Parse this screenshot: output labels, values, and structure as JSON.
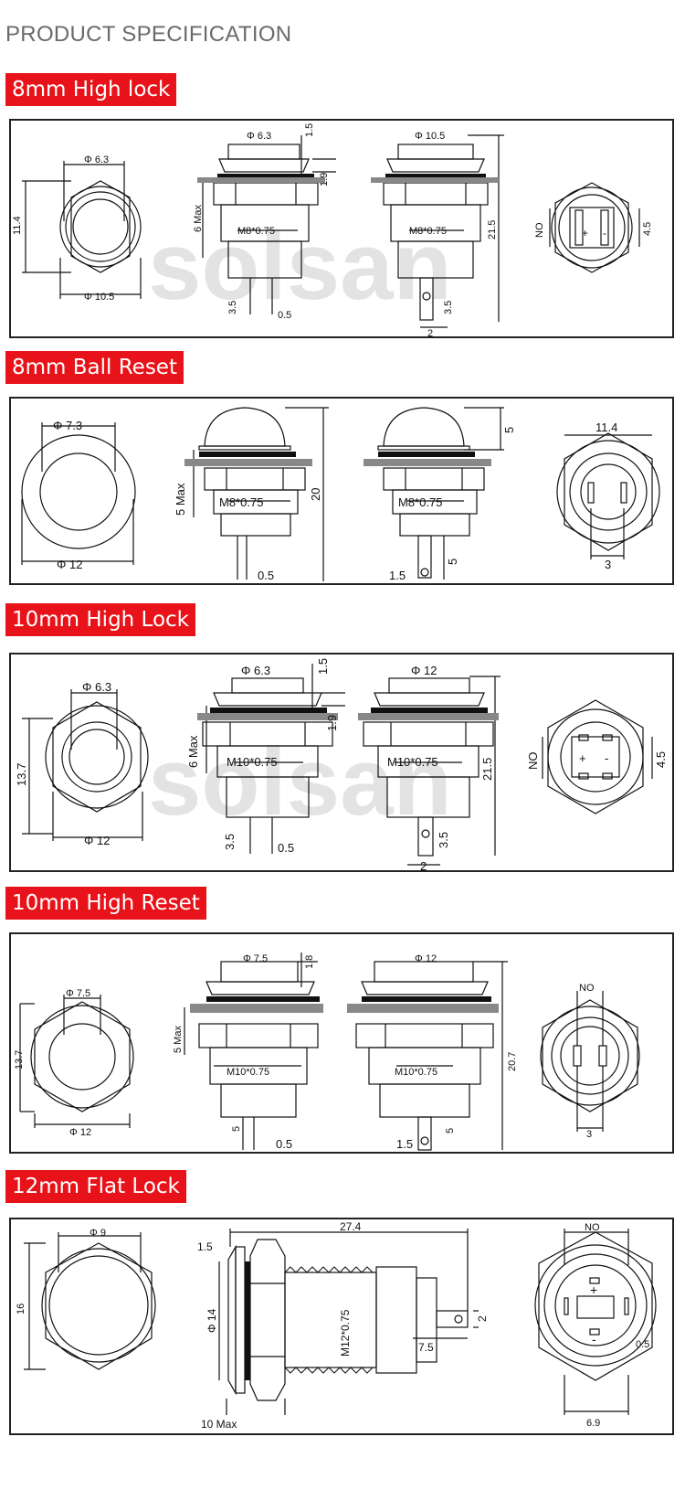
{
  "page_title": "PRODUCT SPECIFICATION",
  "watermark": "solsan",
  "colors": {
    "label_bg": "#e8131a",
    "label_text": "#ffffff",
    "line": "#111111",
    "gasket": "#111111"
  },
  "sections": [
    {
      "label": "8mm High lock",
      "front": {
        "phi_top": "Φ 6.3",
        "side": "11.4",
        "phi_bottom": "Φ 10.5"
      },
      "side1": {
        "phi": "Φ 6.3",
        "cap": "1.5",
        "gasket": "1.9",
        "max": "6 Max",
        "thread": "M8*0.75",
        "pin": "3.5",
        "pin_w": "0.5"
      },
      "side2": {
        "phi": "Φ 10.5",
        "thread": "M8*0.75",
        "height": "21.5",
        "pin": "3.5",
        "pin_gap": "2"
      },
      "back": {
        "no": "NO",
        "plus": "+",
        "minus": "-",
        "width": "4.5"
      }
    },
    {
      "label": "8mm Ball Reset",
      "front": {
        "phi_top": "Φ 7.3",
        "phi_bottom": "Φ 12"
      },
      "side1": {
        "max": "5 Max",
        "thread": "M8*0.75",
        "height": "20",
        "pin_w": "0.5"
      },
      "side2": {
        "cap": "5",
        "thread": "M8*0.75",
        "pin_gap": "1.5",
        "pin": "5"
      },
      "back": {
        "top": "11.4",
        "bottom": "3"
      }
    },
    {
      "label": "10mm High Lock",
      "front": {
        "phi_top": "Φ 6.3",
        "side": "13.7",
        "phi_bottom": "Φ 12"
      },
      "side1": {
        "phi": "Φ 6.3",
        "cap": "1.5",
        "gasket": "1.9",
        "max": "6 Max",
        "thread": "M10*0.75",
        "pin": "3.5",
        "pin_w": "0.5"
      },
      "side2": {
        "phi": "Φ 12",
        "thread": "M10*0.75",
        "height": "21.5",
        "pin": "3.5",
        "pin_gap": "2"
      },
      "back": {
        "no": "NO",
        "plus": "+",
        "minus": "-",
        "width": "4.5"
      }
    },
    {
      "label": "10mm High Reset",
      "front": {
        "phi_top": "Φ 7.5",
        "side": "13.7",
        "phi_bottom": "Φ 12"
      },
      "side1": {
        "phi": "Φ 7.5",
        "cap": "1.8",
        "max": "5 Max",
        "thread": "M10*0.75",
        "pin": "5",
        "pin_w": "0.5"
      },
      "side2": {
        "phi": "Φ 12",
        "thread": "M10*0.75",
        "height": "20.7",
        "pin_gap": "1.5",
        "pin": "5"
      },
      "back": {
        "no": "NO",
        "bottom": "3"
      }
    },
    {
      "label": "12mm Flat Lock",
      "front": {
        "phi_top": "Φ 9",
        "side": "16"
      },
      "side": {
        "top": "27.4",
        "cap": "1.5",
        "phi": "Φ 14",
        "thread": "M12*0.75",
        "max": "10 Max",
        "pin": "7.5",
        "pin_w": "2"
      },
      "back": {
        "no": "NO",
        "plus": "+",
        "minus": "-",
        "width": "0.5",
        "bottom": "6.9"
      }
    }
  ]
}
